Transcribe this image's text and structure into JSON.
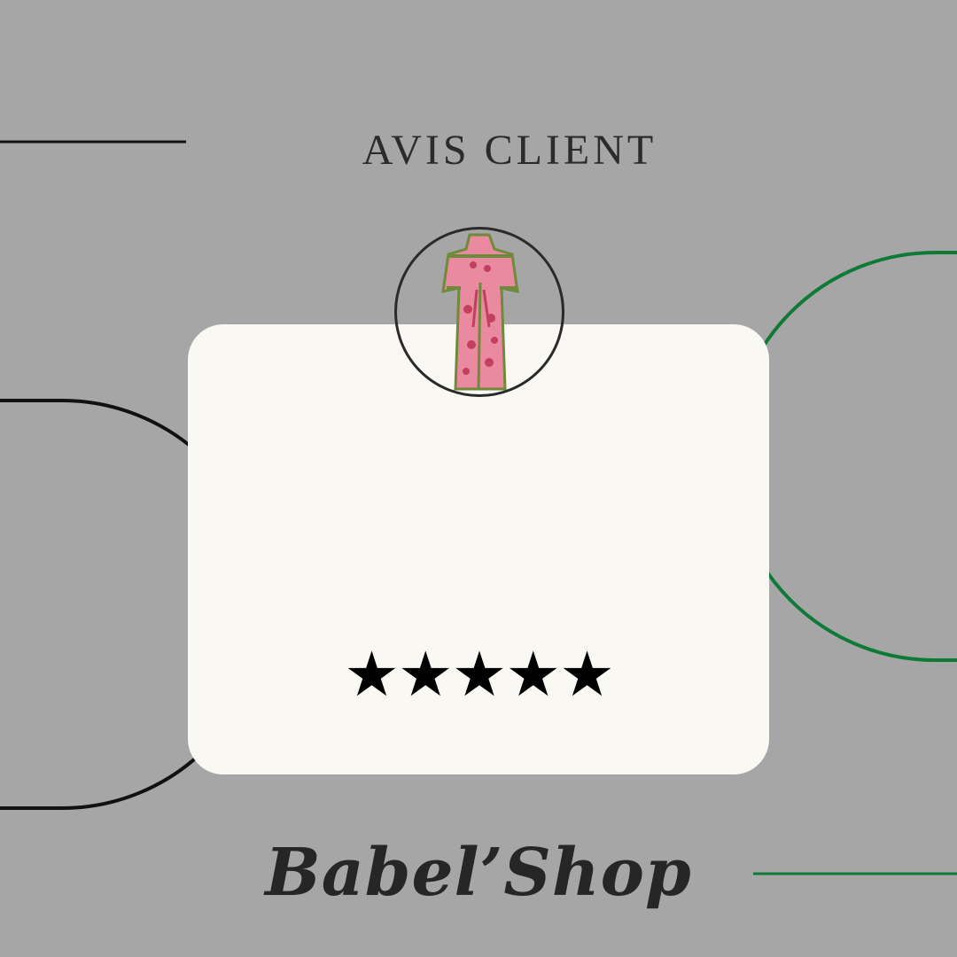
{
  "title": "AVIS CLIENT",
  "rating": {
    "value": 5,
    "max": 5,
    "stars_text": "★★★★★"
  },
  "product": {
    "image": "patterned-kaftan-dress-icon"
  },
  "brand": {
    "name": "Babel’Shop"
  },
  "colors": {
    "background": "#a6a6a6",
    "card": "#faf8f3",
    "accent_green": "#0f7a36",
    "line_dark": "#111111"
  }
}
